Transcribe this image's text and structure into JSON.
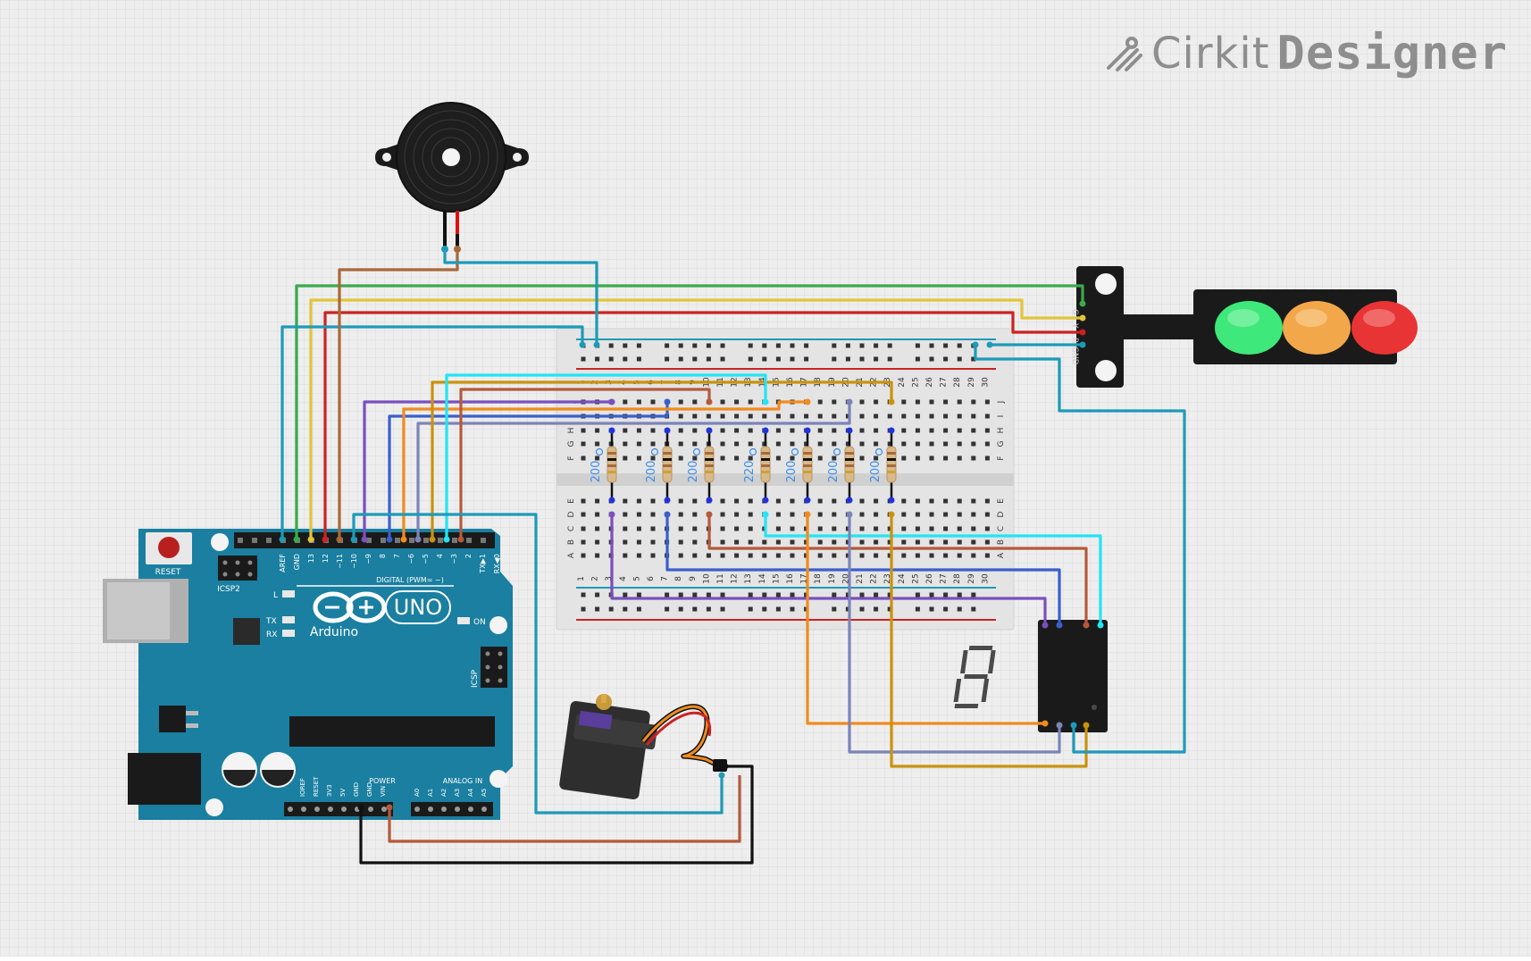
{
  "brand": {
    "name": "Cirkit",
    "suffix": "Designer"
  },
  "arduino": {
    "name": "Arduino",
    "model": "UNO",
    "reset_label": "RESET",
    "icsp2_label": "ICSP2",
    "icsp_label": "ICSP",
    "on_label": "ON",
    "l_label": "L",
    "tx_label": "TX",
    "rx_label": "RX",
    "digital_label": "DIGITAL (PWM= ~)",
    "power_label": "POWER",
    "analog_label": "ANALOG IN",
    "top_pins": [
      "AREF",
      "GND",
      "13",
      "12",
      "~11",
      "~10",
      "~9",
      "8",
      "7",
      "~6",
      "~5",
      "4",
      "~3",
      "2",
      "TX▶1",
      "RX◀0"
    ],
    "power_pins": [
      "IOREF",
      "RESET",
      "3V3",
      "5V",
      "GND",
      "GND",
      "VIN"
    ],
    "analog_pins": [
      "A0",
      "A1",
      "A2",
      "A3",
      "A4",
      "A5"
    ]
  },
  "breadboard": {
    "columns": [
      "1",
      "2",
      "3",
      "4",
      "5",
      "6",
      "7",
      "8",
      "9",
      "10",
      "11",
      "12",
      "13",
      "14",
      "15",
      "16",
      "17",
      "18",
      "19",
      "20",
      "21",
      "22",
      "23",
      "24",
      "25",
      "26",
      "27",
      "28",
      "29",
      "30"
    ],
    "rows_top": [
      "J",
      "I",
      "H",
      "G",
      "F"
    ],
    "rows_bottom": [
      "E",
      "D",
      "C",
      "B",
      "A"
    ]
  },
  "resistors": [
    "200",
    "200",
    "200",
    "220",
    "200",
    "200",
    "200"
  ],
  "traffic_light": {
    "pins": [
      "G",
      "Y",
      "R",
      "GND"
    ]
  },
  "colors": {
    "background": "#eeeeee",
    "grid": "#d9d9d9",
    "arduino_board": "#1a7fa0",
    "wire_green": "#3aaa4a",
    "wire_yellow": "#e2c43a",
    "wire_red": "#cc2222",
    "wire_teal": "#1d9ab8",
    "wire_brown": "#a8693a",
    "wire_purple": "#7a4fbe",
    "wire_blue": "#3a5fcc",
    "wire_orange": "#f08c1e",
    "wire_slate": "#7c84b8",
    "wire_gold": "#c9920e",
    "wire_cyan": "#22e5f5",
    "wire_copper": "#b45a3a",
    "wire_black": "#111111"
  },
  "icons": [
    "cirkit-logo-icon",
    "piezo-buzzer-icon",
    "servo-motor-icon",
    "seven-segment-display-icon",
    "traffic-light-module-icon",
    "arduino-infinity-logo-icon"
  ]
}
